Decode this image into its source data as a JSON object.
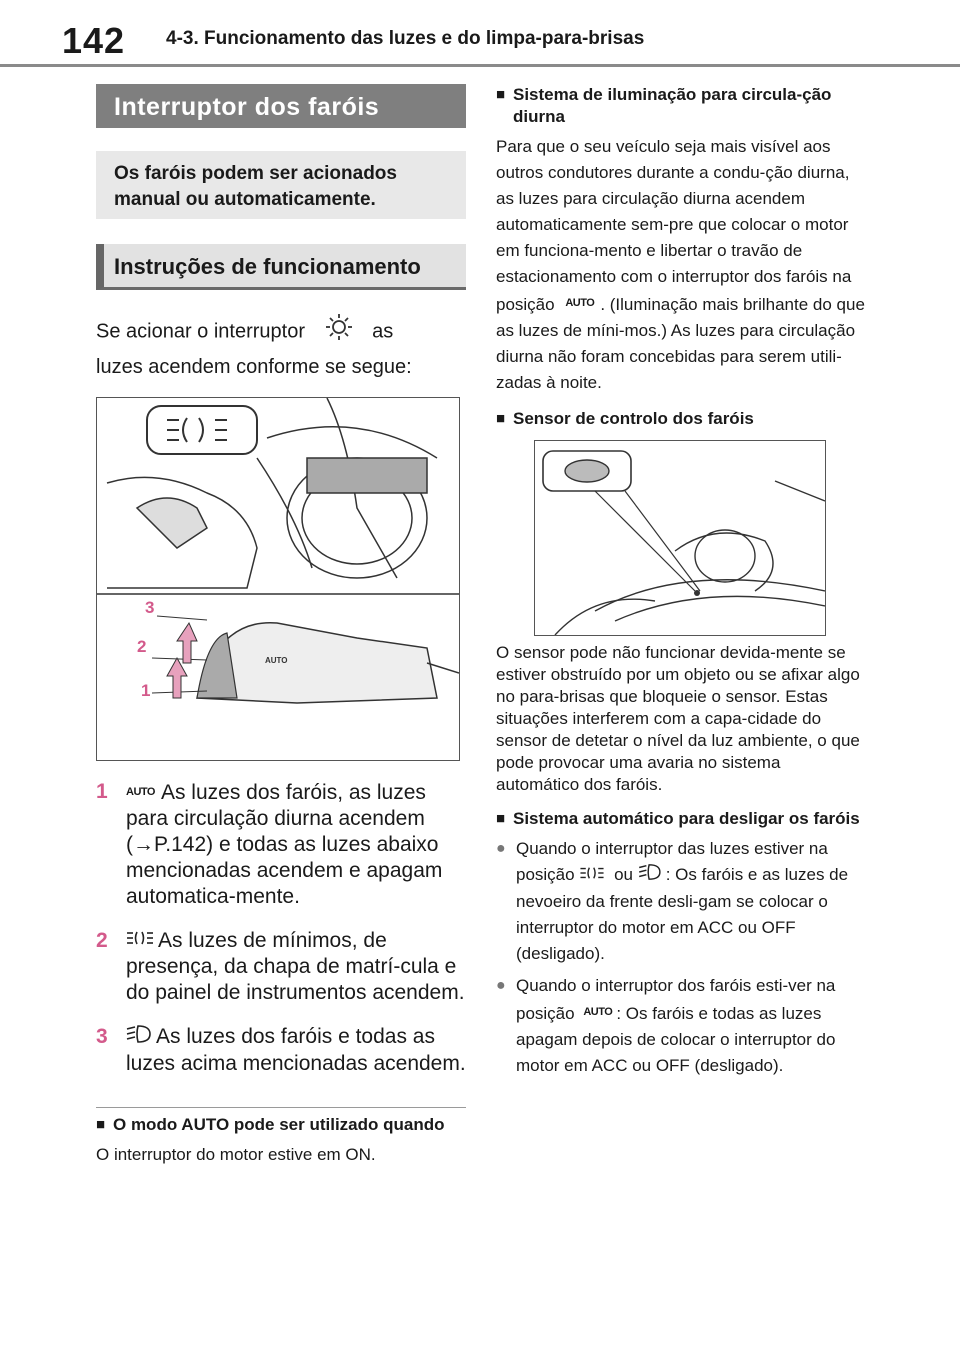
{
  "header": {
    "page_number": "142",
    "section_title": "4-3. Funcionamento das luzes e do limpa-para-brisas"
  },
  "left": {
    "banner": "Interruptor dos faróis",
    "note": "Os faróis podem ser acionados manual ou automaticamente.",
    "subheading": "Instruções de funcionamento",
    "intro_a": "Se acionar o interruptor",
    "intro_b": "as",
    "intro_c": "luzes acendem conforme se segue:",
    "figure_labels": {
      "one": "1",
      "two": "2",
      "three": "3",
      "auto": "AUTO"
    },
    "items": [
      {
        "num": "1",
        "icon_label": "AUTO",
        "text": "As luzes dos faróis, as luzes para circulação diurna acendem (→P.142) e todas as luzes abaixo mencionadas acendem e apagam automatica-mente."
      },
      {
        "num": "2",
        "text": "As luzes de mínimos, de presença, da chapa de matrí-cula e do painel de instrumentos acendem."
      },
      {
        "num": "3",
        "text": "As luzes dos faróis e todas as luzes acima mencionadas acendem."
      }
    ],
    "auto_mode_heading": "O modo AUTO pode ser utilizado quando",
    "auto_mode_text": "O interruptor do motor estive em ON."
  },
  "right": {
    "drl_heading": "Sistema de iluminação para circula-ção diurna",
    "drl_text_a": "Para que o seu veículo seja mais visível aos outros condutores durante a condu-ção diurna, as luzes para circulação diurna acendem automaticamente sem-pre que colocar o motor em funciona-mento e libertar o travão de estacionamento com o interruptor dos",
    "drl_text_b": "faróis na posição",
    "drl_text_c": ". (Iluminação mais brilhante do que as luzes de míni-mos.) As luzes para circulação diurna não foram concebidas para serem utili-zadas à noite.",
    "sensor_heading": "Sensor de controlo dos faróis",
    "sensor_text": "O sensor pode não funcionar devida-mente se estiver obstruído por um objeto ou se afixar algo no para-brisas que bloqueie o sensor. Estas situações interferem com a capa-cidade do sensor de detetar o nível da luz ambiente, o que pode provocar uma avaria no sistema automático dos faróis.",
    "auto_off_heading": "Sistema automático para desligar os faróis",
    "bullet1_a": "Quando o interruptor das luzes estiver na posição",
    "bullet1_b": "ou",
    "bullet1_c": ": Os faróis e as luzes de nevoeiro da frente desli-gam se colocar o interruptor do motor em ACC ou OFF (desligado).",
    "bullet2_a": "Quando o interruptor dos faróis esti-ver na posição",
    "bullet2_b": ": Os faróis e todas as luzes apagam depois de colocar o interruptor do motor em ACC ou OFF (desligado)."
  },
  "colors": {
    "accent": "#d35a8b",
    "banner": "#7f7f7f"
  },
  "icons": [
    "headlight-switch-icon",
    "auto-icon",
    "parking-lights-icon",
    "headlight-icon",
    "square-bullet-icon",
    "round-bullet-icon"
  ]
}
